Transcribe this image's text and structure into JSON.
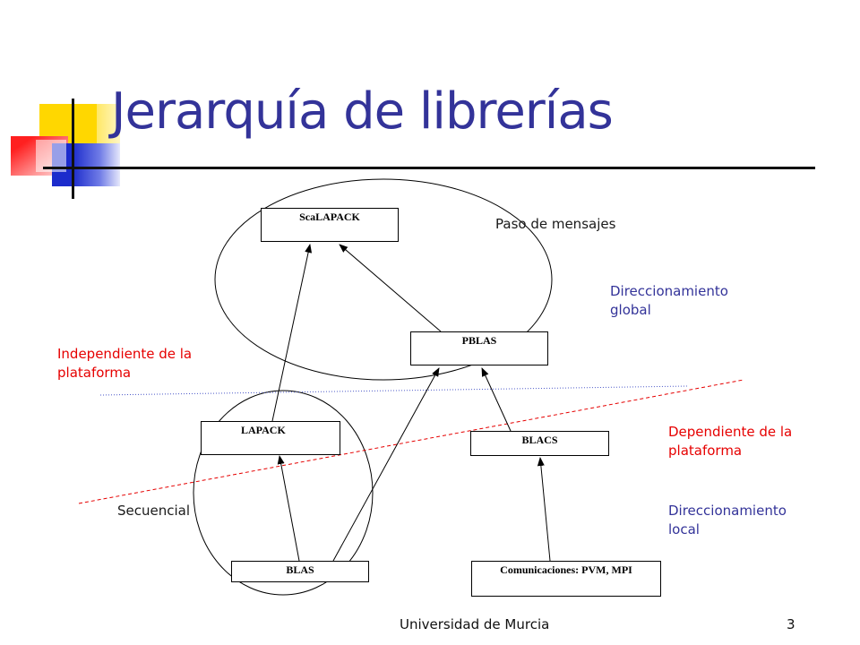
{
  "slide": {
    "title": "Jerarquía de librerías",
    "footer_text": "Universidad de Murcia",
    "page_number": "3"
  },
  "boxes": {
    "scalapack": "ScaLAPACK",
    "pblas": "PBLAS",
    "lapack": "LAPACK",
    "blacs": "BLACS",
    "blas": "BLAS",
    "comunicaciones": "Comunicaciones: PVM, MPI"
  },
  "labels": {
    "paso_mensajes": "Paso de mensajes",
    "direccionamiento_global": "Direccionamiento global",
    "independiente": "Independiente de la plataforma",
    "dependiente": "Dependiente de la plataforma",
    "secuencial": "Secuencial",
    "direccionamiento_local": "Direccionamiento local"
  },
  "colors": {
    "title": "#333399",
    "blue_label": "#333399",
    "red_label": "#e60000"
  }
}
